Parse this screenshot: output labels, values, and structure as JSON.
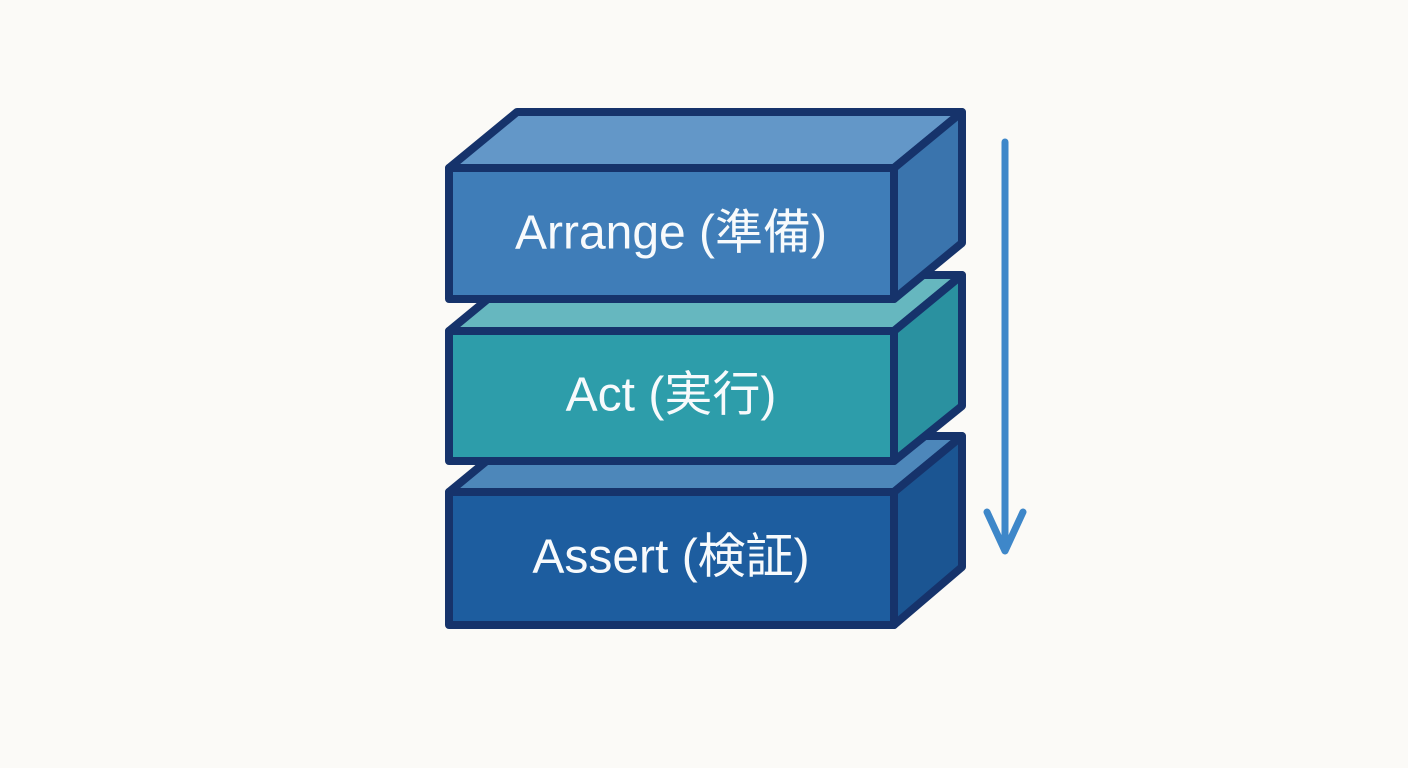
{
  "diagram": {
    "background_color": "#fbfaf7",
    "outline_color": "#16336b",
    "text_color": "#f7fafc",
    "arrow_color": "#3e87c9",
    "blocks": [
      {
        "label": "Arrange (準備)",
        "front_color": "#3f7db8",
        "top_color": "#6397c8",
        "side_color": "#3a74ad"
      },
      {
        "label": "Act (実行)",
        "front_color": "#2d9daa",
        "top_color": "#66b7bf",
        "side_color": "#2a91a0"
      },
      {
        "label": "Assert (検証)",
        "front_color": "#1d5d9f",
        "top_color": "#4d87ba",
        "side_color": "#1b5592"
      }
    ],
    "flow_arrow_icon": "down-arrow-icon",
    "flow_direction": "down"
  }
}
